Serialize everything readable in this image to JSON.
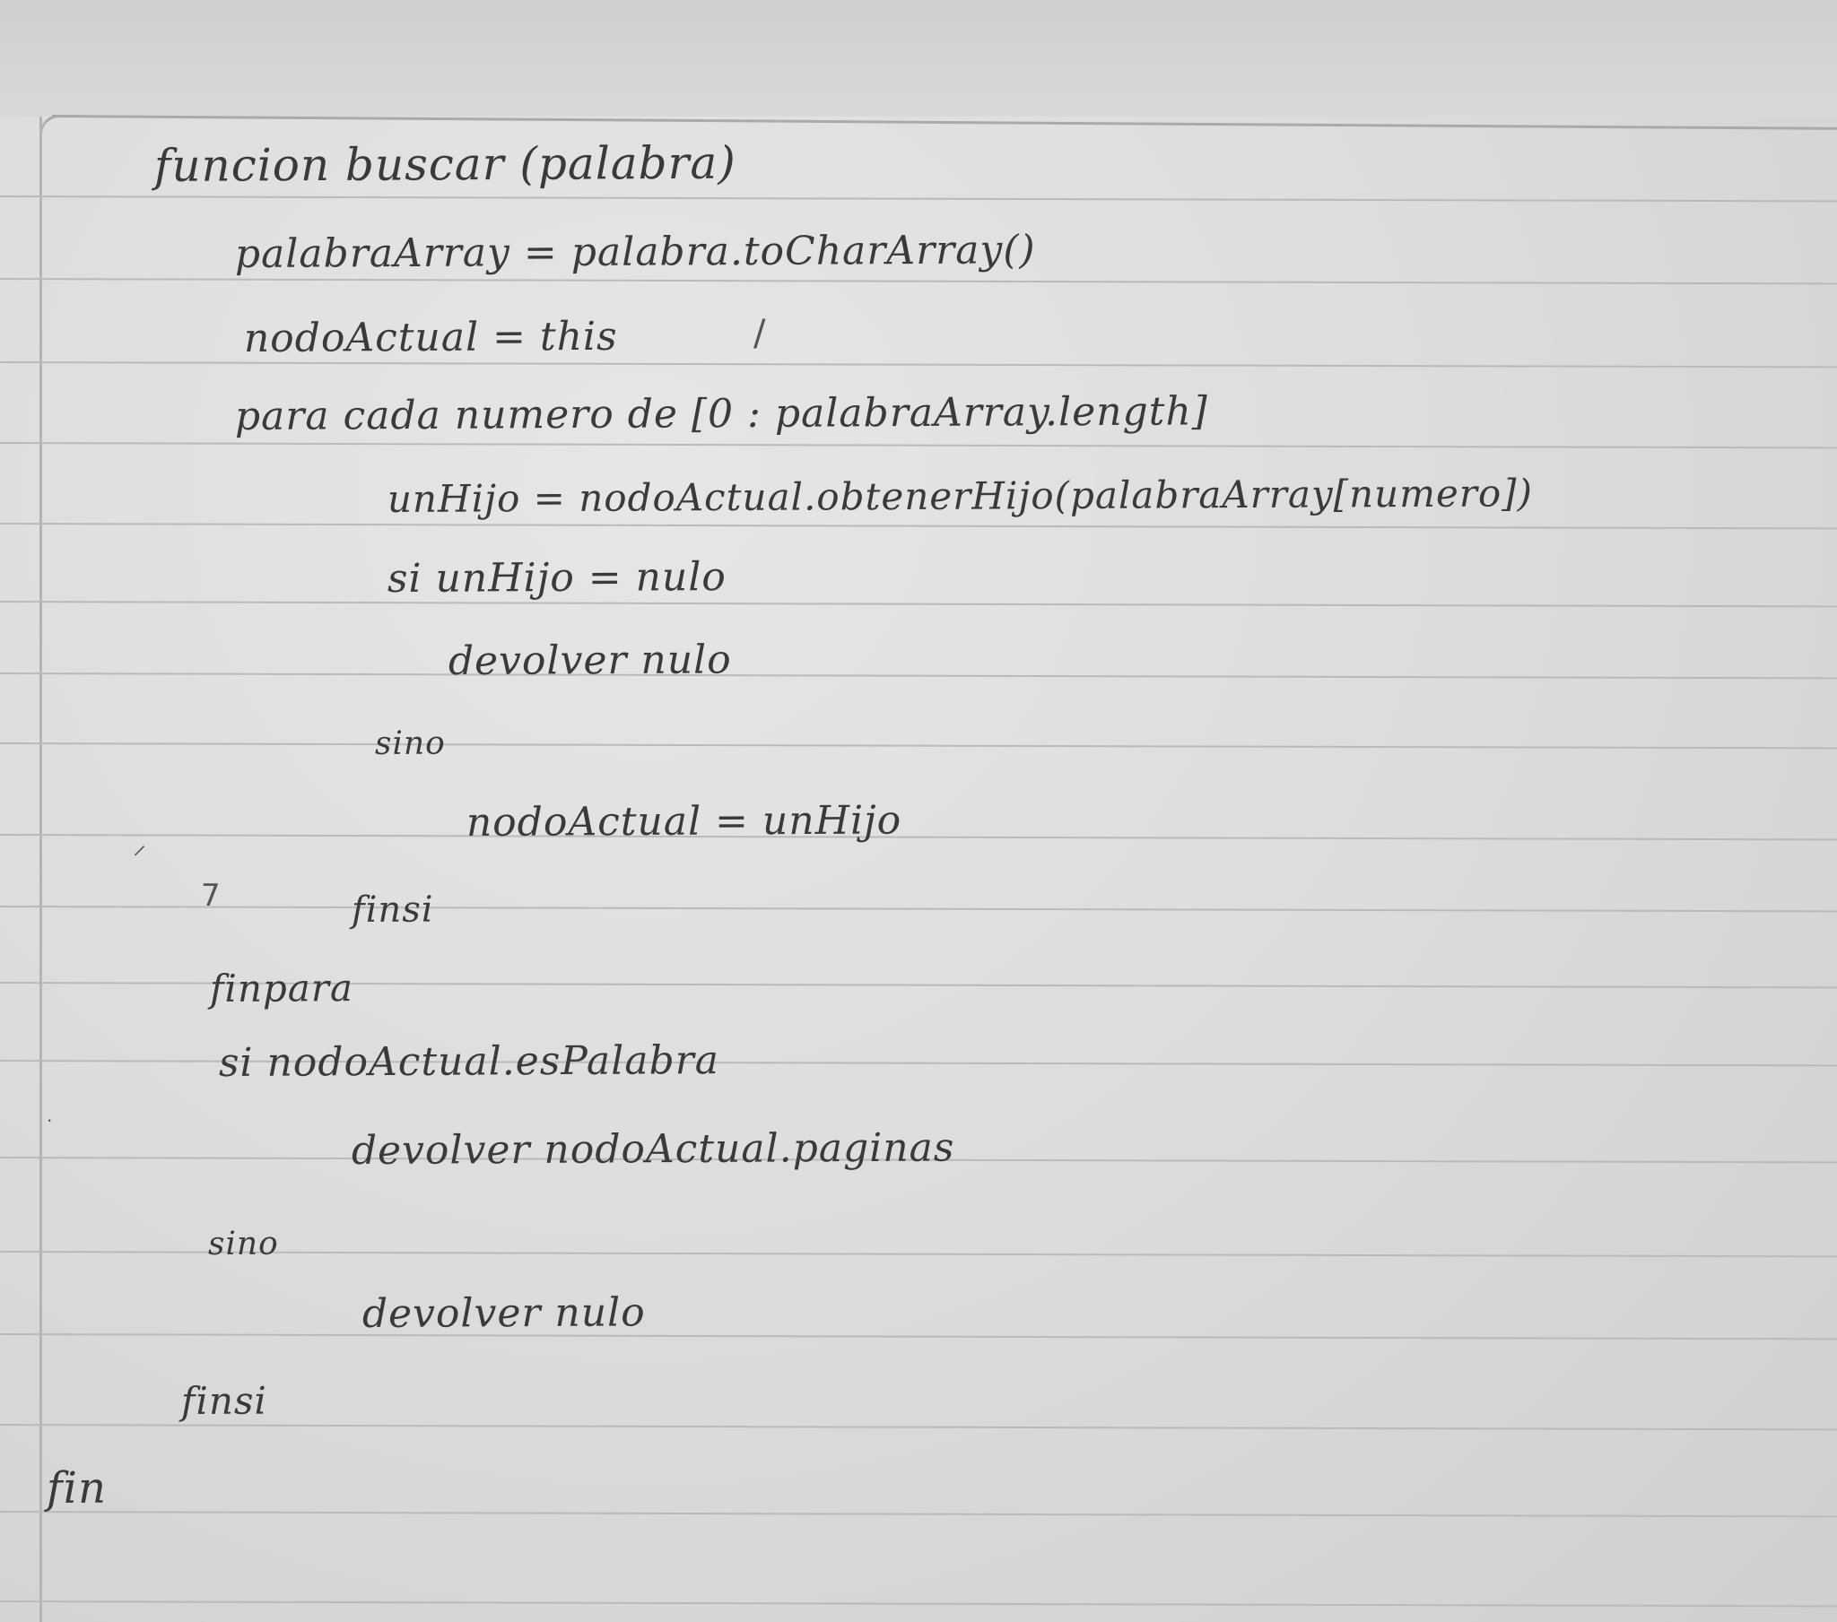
{
  "document": {
    "lines": [
      "funcion buscar (palabra)",
      "palabraArray = palabra.toCharArray()",
      "nodoActual = this",
      "para cada numero de [0 : palabraArray.length]",
      "unHijo = nodoActual.obtenerHijo(palabraArray[numero])",
      "si unHijo = nulo",
      "devolver nulo",
      "sino",
      "nodoActual = unHijo",
      "finsi",
      "finpara",
      "si nodoActual.esPalabra",
      "devolver nodoActual.paginas",
      "sino",
      "devolver nulo",
      "finsi",
      "fin"
    ]
  }
}
